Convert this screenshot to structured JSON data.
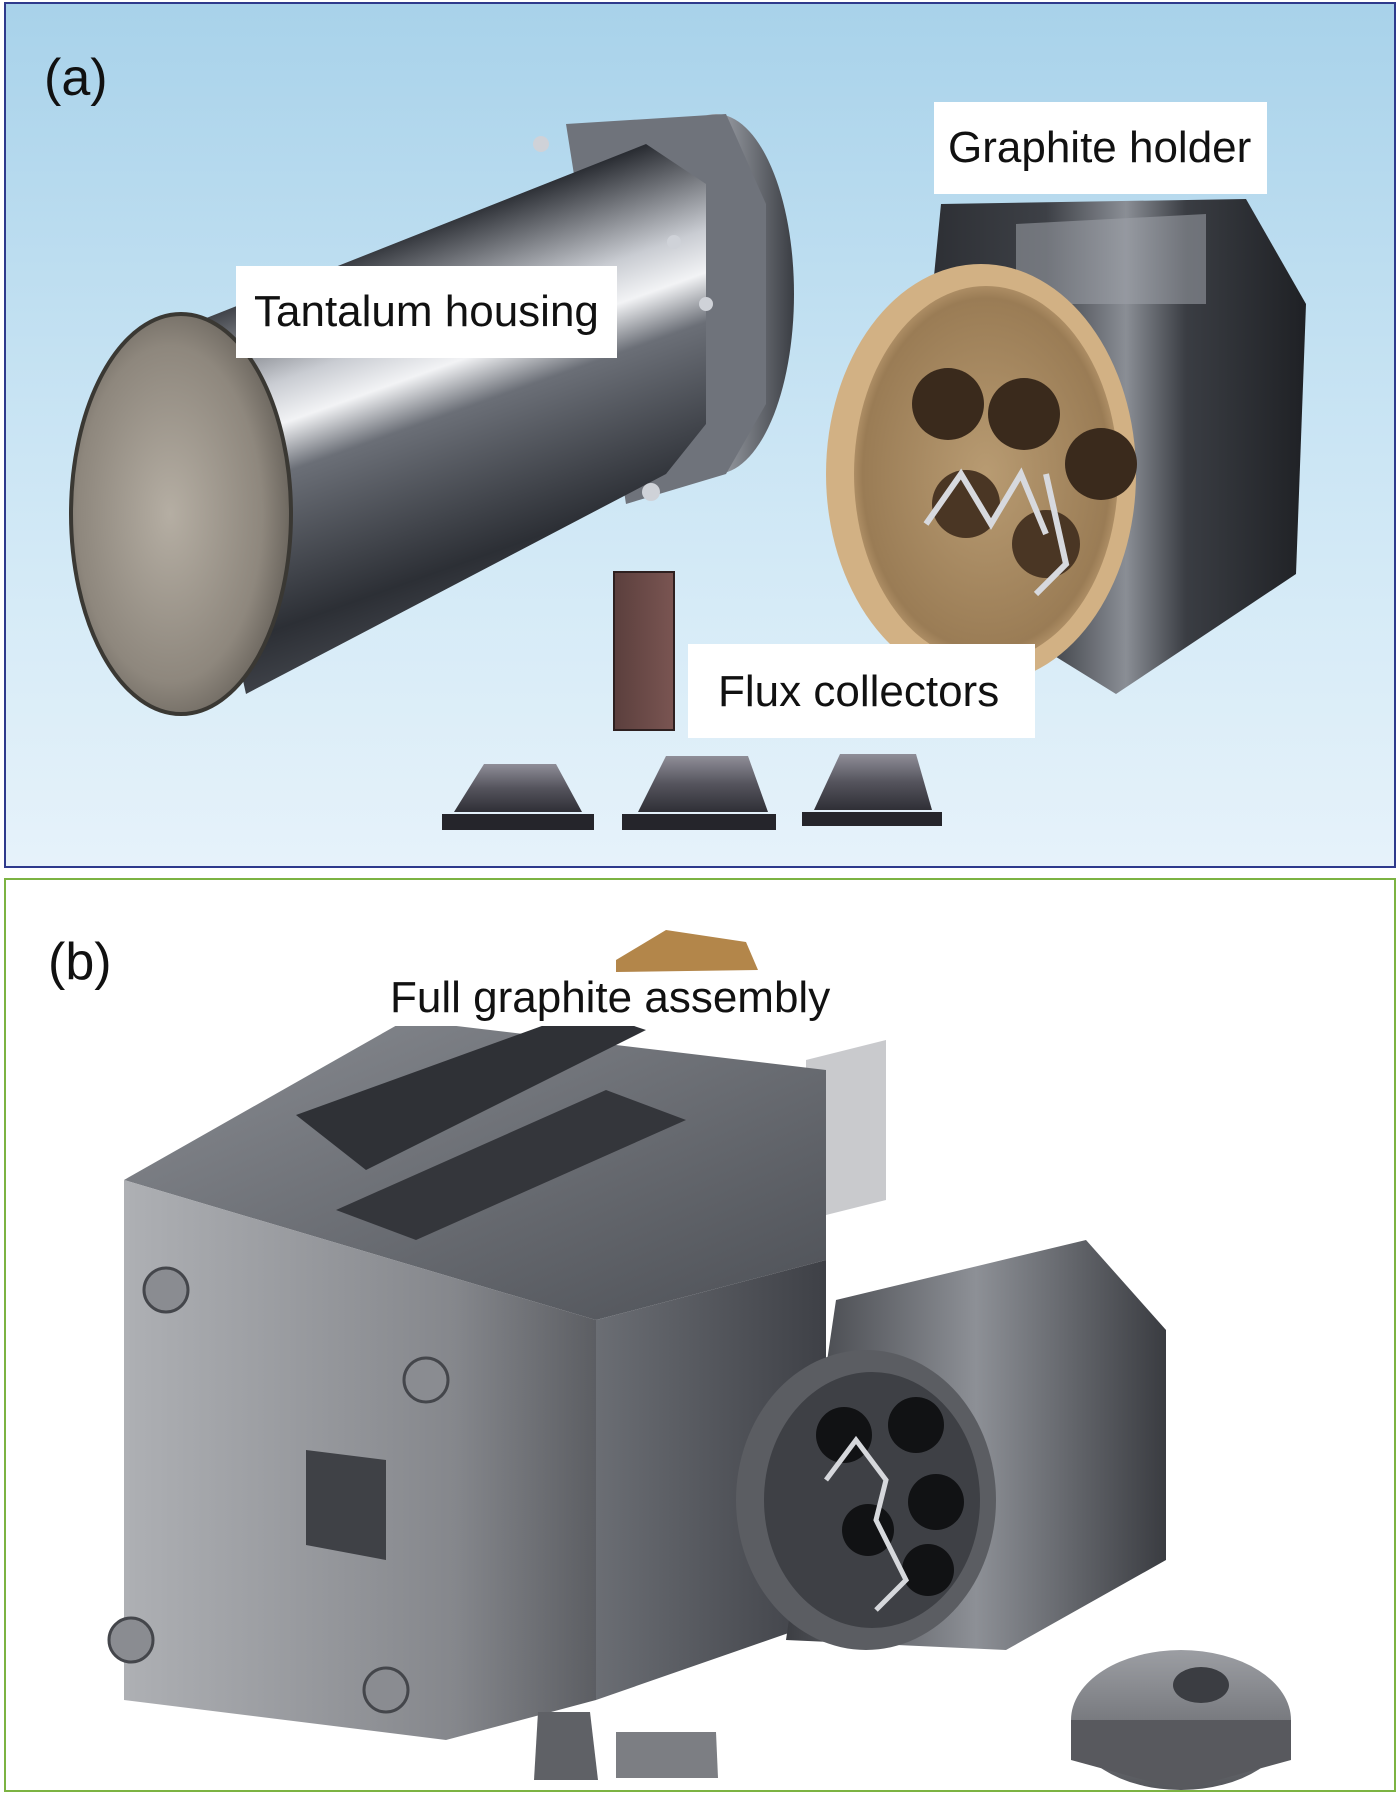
{
  "panels": {
    "a": {
      "letter": "(a)",
      "labels": {
        "tantalum_housing": "Tantalum housing",
        "graphite_holder": "Graphite holder",
        "flux_collectors": "Flux collectors"
      }
    },
    "b": {
      "letter": "(b)",
      "labels": {
        "full_assembly": "Full graphite assembly"
      }
    }
  },
  "colors": {
    "panel_a_border": "#2e3a8c",
    "panel_b_border": "#7cb342"
  }
}
